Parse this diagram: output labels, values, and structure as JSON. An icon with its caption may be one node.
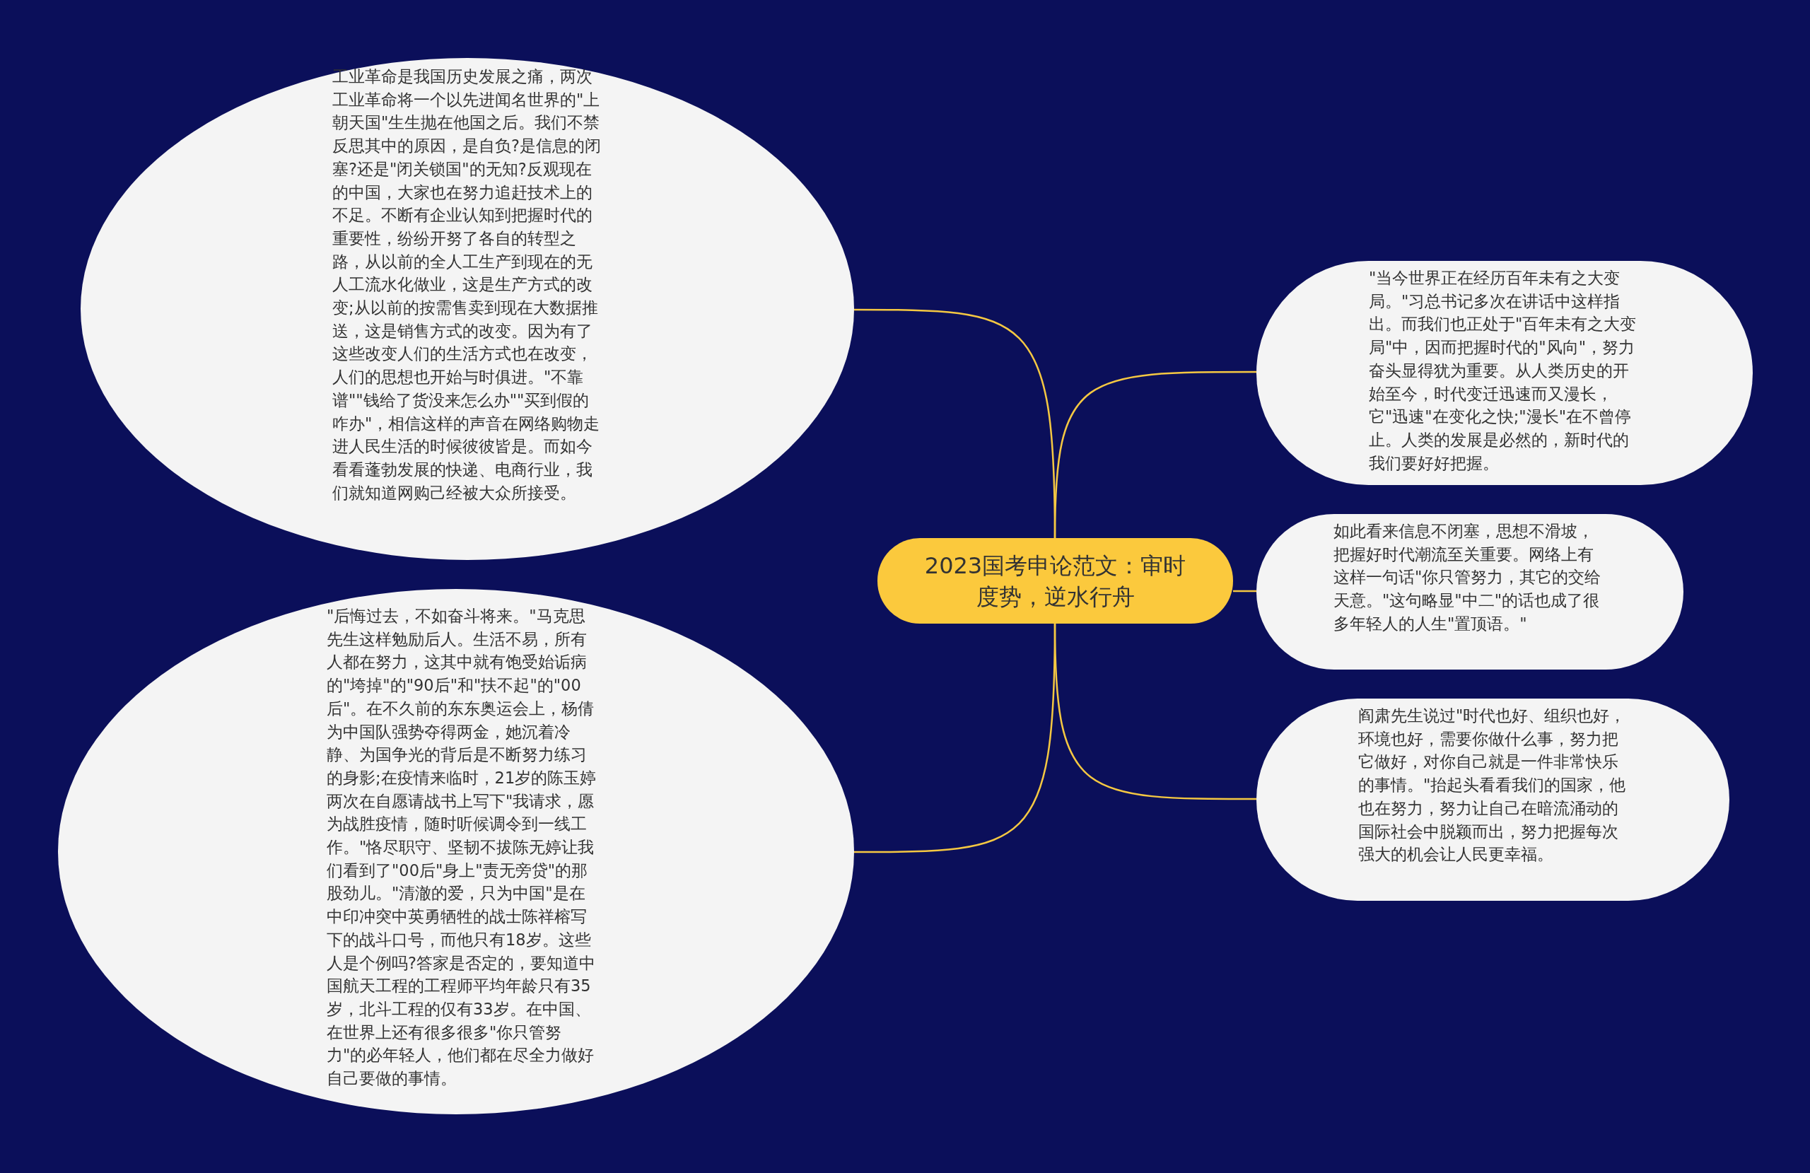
{
  "diagram": {
    "nodes": [
      {
        "text": [
          "2023国考申论范文：审时度势，逆水行舟"
        ]
      },
      {
        "text": [
          "工业革命是我国历史发展之痛，两次工业革命将一个以先进闻名世界的\"上朝天国\"生生抛在他国之后。我们不禁反思其中的原因，是自负?是信息的闭塞?还是\"闭关锁国\"的无知?反观现在的中国，大家也在努力追赶技术上的不足。不断有企业认知到把握时代的重要性，纷纷开努了各自的转型之路，从以前的全人工生产到现在的无人工流水化做业，这是生产方式的改变;从以前的按需售卖到现在大数据推送，这是销售方式的改变。因为有了这些改变人们的生活方式也在改变，人们的思想也开始与时俱进。\"不靠谱\"\"钱给了货没来怎么办\"\"买到假的咋办\"，相信这样的声音在网络购物走进人民生活的时候彼彼皆是。而如今看看蓬勃发展的快递、电商行业，我们就知道网购己经被大众所接受。"
        ]
      },
      {
        "text": [
          "\"后悔过去，不如奋斗将来。\"马克思先生这样勉励后人。生活不易，所有人都在努力，这其中就有饱受始诟病的\"垮掉\"的\"90后\"和\"扶不起\"的\"00后\"。在不久前的东东奥运会上，杨倩为中国队强势夺得两金，她沉着冷静、为国争光的背后是不断努力练习的身影;在疫情来临时，21岁的陈玉婷两次在自愿请战书上写下\"我请求，愿为战胜疫情，随时听候调令到一线工作。\"恪尽职守、坚韧不拔陈无婷让我们看到了\"00后\"身上\"责无旁贷\"的那股劲儿。\"清澈的爱，只为中国\"是在中印冲突中英勇牺牲的战士陈祥榕写下的战斗口号，而他只有18岁。这些人是个例吗?答家是否定的，要知道中国航天工程的工程师平均年龄只有35岁，北斗工程的仅有33岁。在中国、在世界上还有很多很多\"你只管努力\"的必年轻人，他们都在尽全力做好自己要做的事情。"
        ]
      },
      {
        "text": [
          "\"当今世界正在经历百年未有之大变局。\"习总书记多次在讲话中这样指出。而我们也正处于\"百年未有之大变局\"中，因而把握时代的\"风向\"，努力奋头显得犹为重要。从人类历史的开始至今，时代变迁迅速而又漫长，它\"迅速\"在变化之快;\"漫长\"在不曾停止。人类的发展是必然的，新时代的我们要好好把握。"
        ]
      },
      {
        "text": [
          "如此看来信息不闭塞，思想不滑坡，把握好时代潮流至关重要。网络上有这样一句话\"你只管努力，其它的交给天意。\"这句略显\"中二\"的话也成了很多年轻人的人生\"置顶语。\""
        ]
      },
      {
        "text": [
          "阎肃先生说过\"时代也好、组织也好，环境也好，需要你做什么事，努力把它做好，对你自己就是一件非常快乐的事情。\"抬起头看看我们的国家，他也在努力，努力让自己在暗流涌动的国际社会中脱颖而出，努力把握每次强大的机会让人民更幸福。"
        ]
      }
    ],
    "edges": [
      {
        "from": 0,
        "to": 1,
        "arrow": "none"
      },
      {
        "from": 0,
        "to": 2,
        "arrow": "none"
      },
      {
        "from": 0,
        "to": 3,
        "arrow": "none"
      },
      {
        "from": 0,
        "to": 4,
        "arrow": "none"
      },
      {
        "from": 0,
        "to": 5,
        "arrow": "none"
      }
    ]
  }
}
